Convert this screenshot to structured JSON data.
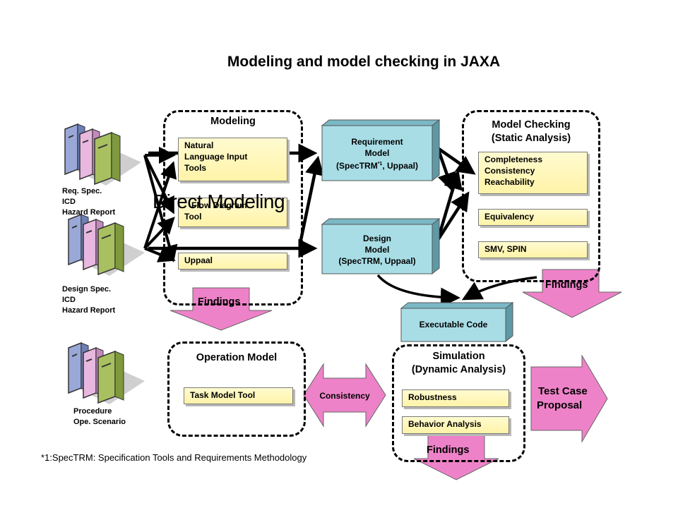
{
  "title": "Modeling and model checking in JAXA",
  "direct_modeling": "Direct Modeling",
  "documents": [
    {
      "lines": [
        "Req. Spec.",
        "ICD",
        "Hazard Report"
      ]
    },
    {
      "lines": [
        "Design Spec.",
        "ICD",
        "Hazard Report"
      ]
    },
    {
      "lines": [
        "Procedure",
        "Ope. Scenario"
      ]
    }
  ],
  "modeling": {
    "label": "Modeling",
    "tools": [
      {
        "lines": [
          "Natural",
          "Language Input",
          "Tools"
        ]
      },
      {
        "lines": [
          "Flow Diagram",
          "Tool"
        ]
      },
      {
        "lines": [
          "Uppaal"
        ]
      }
    ],
    "findings": "Findings"
  },
  "requirement_model": {
    "line1": "Requirement",
    "line2": "Model",
    "line3a": "(SpecTRM",
    "sup": "*1",
    "line3b": ", Uppaal)"
  },
  "design_model": {
    "lines": [
      "Design",
      "Model",
      "(SpecTRM, Uppaal)"
    ]
  },
  "model_checking": {
    "label_lines": [
      "Model Checking",
      "(Static Analysis)"
    ],
    "items": [
      {
        "lines": [
          "Completeness",
          "Consistency",
          "Reachability"
        ]
      },
      {
        "lines": [
          "Equivalency"
        ]
      },
      {
        "lines": [
          "SMV, SPIN"
        ]
      }
    ],
    "findings": "Findings"
  },
  "executable_code": "Executable Code",
  "operation_model": {
    "label": "Operation Model",
    "tool": "Task Model Tool"
  },
  "consistency": "Consistency",
  "simulation": {
    "label_lines": [
      "Simulation",
      "(Dynamic Analysis)"
    ],
    "items": [
      "Robustness",
      "Behavior Analysis"
    ],
    "findings": "Findings"
  },
  "test_case": {
    "lines": [
      "Test Case",
      "Proposal"
    ]
  },
  "footnote": "*1:SpecTRM: Specification Tools and Requirements Methodology",
  "colors": {
    "yellow": "#fff3a8",
    "cyan": "#a8dde6",
    "pink": "#ee82c8",
    "book_blue": "#9aa8d8",
    "book_pink": "#e8b8e0",
    "book_green": "#a8c060"
  }
}
